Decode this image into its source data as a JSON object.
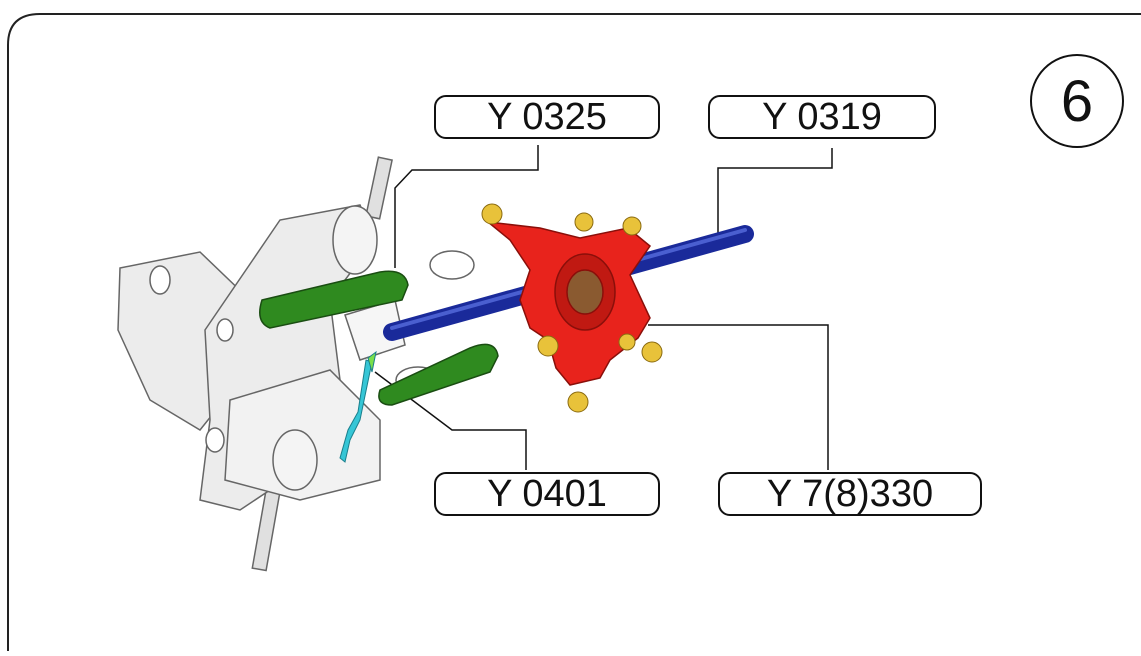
{
  "step_number": "6",
  "callouts": {
    "y0325": "Y 0325",
    "y0319": "Y 0319",
    "y0401": "Y 0401",
    "y7330": "Y 7(8)330"
  },
  "part_colors": {
    "frame": "#e6e6e6",
    "link": "#2f8a1f",
    "shaft": "#1a2a9a",
    "swashplate": "#e8231c",
    "balls": "#e8c23a",
    "tool": "#36c6d6"
  }
}
